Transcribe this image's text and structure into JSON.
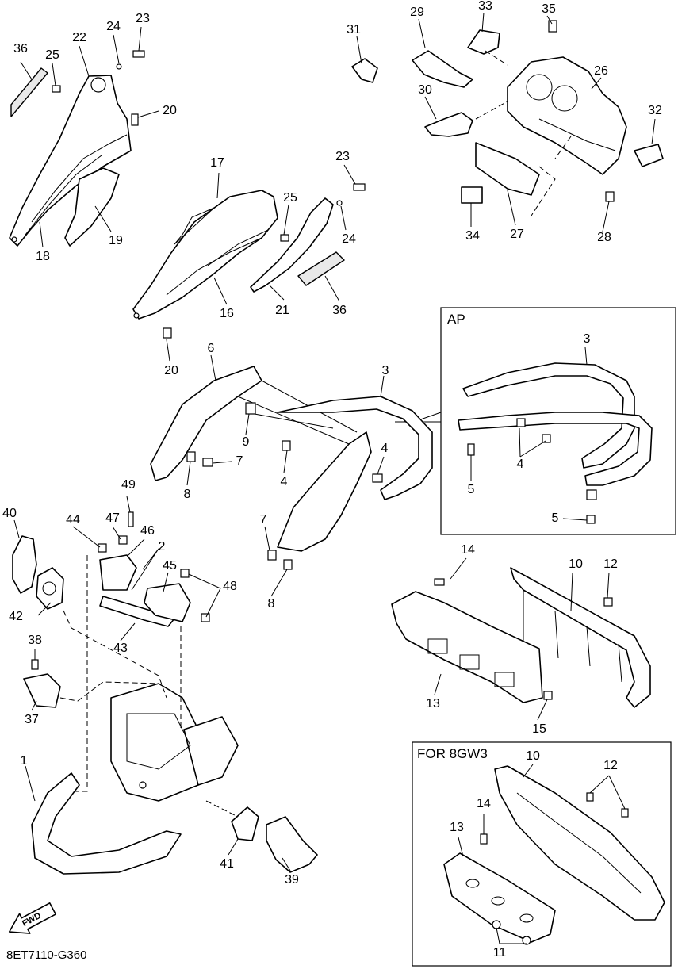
{
  "diagram": {
    "footer_code": "8ET7110-G360",
    "fwd_label": "FWD",
    "boxes": {
      "ap": "AP",
      "variant": "FOR 8GW3"
    },
    "callouts": {
      "c1": "1",
      "c2": "2",
      "c3": "3",
      "c3ap": "3",
      "c4a": "4",
      "c4b": "4",
      "c4ap": "4",
      "c5a": "5",
      "c5b": "5",
      "c6": "6",
      "c7a": "7",
      "c7b": "7",
      "c8a": "8",
      "c8b": "8",
      "c9": "9",
      "c10": "10",
      "c10v": "10",
      "c11v": "11",
      "c12": "12",
      "c12v": "12",
      "c13": "13",
      "c13v": "13",
      "c14": "14",
      "c14v": "14",
      "c15": "15",
      "c16": "16",
      "c17": "17",
      "c18": "18",
      "c19": "19",
      "c20a": "20",
      "c20b": "20",
      "c21": "21",
      "c22": "22",
      "c23a": "23",
      "c23b": "23",
      "c24a": "24",
      "c24b": "24",
      "c25a": "25",
      "c25b": "25",
      "c26": "26",
      "c27": "27",
      "c28": "28",
      "c29": "29",
      "c30": "30",
      "c31": "31",
      "c32": "32",
      "c33": "33",
      "c34": "34",
      "c35": "35",
      "c36a": "36",
      "c36b": "36",
      "c37": "37",
      "c38": "38",
      "c39": "39",
      "c40": "40",
      "c41": "41",
      "c42": "42",
      "c43": "43",
      "c44": "44",
      "c45": "45",
      "c46": "46",
      "c47": "47",
      "c48": "48",
      "c49": "49"
    }
  }
}
